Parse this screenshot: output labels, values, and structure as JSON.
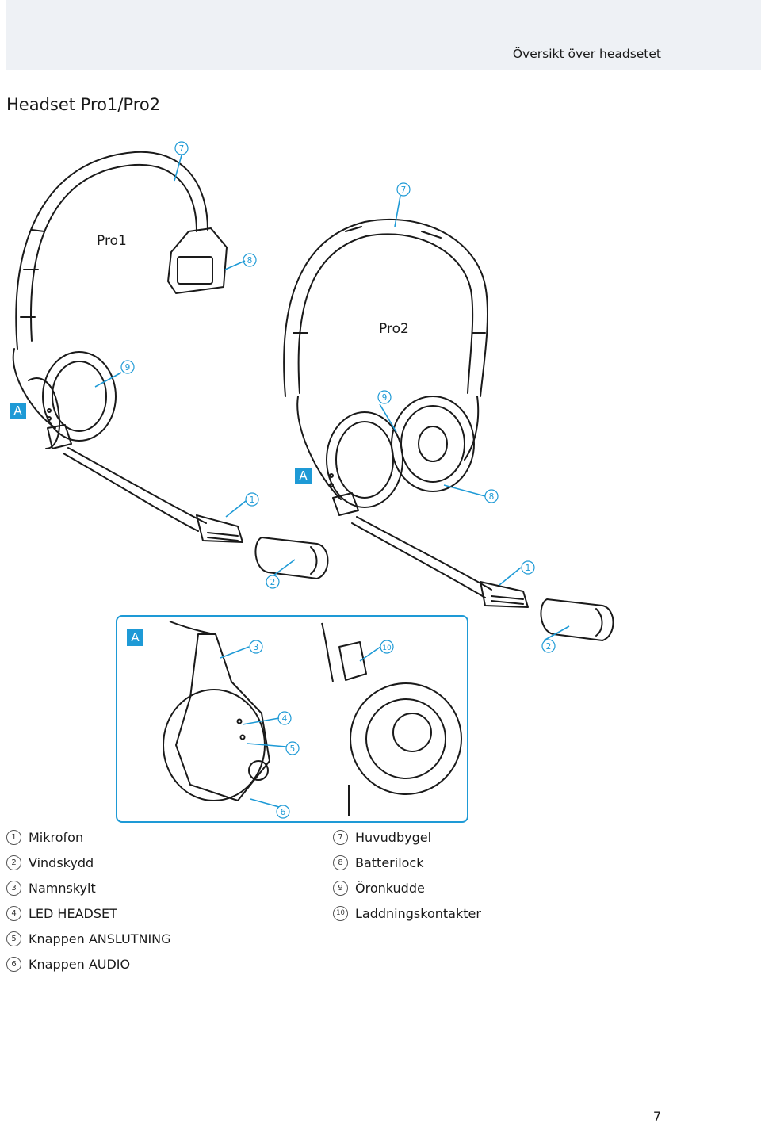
{
  "header": {
    "section_title": "Översikt över headsetet"
  },
  "page": {
    "title": "Headset Pro1/Pro2",
    "number": "7"
  },
  "figure": {
    "model_labels": {
      "pro1": "Pro1",
      "pro2": "Pro2"
    },
    "detail_marker": "A",
    "callout_numbers": [
      "1",
      "2",
      "3",
      "4",
      "5",
      "6",
      "7",
      "8",
      "9",
      "10"
    ]
  },
  "legend": [
    {
      "num": "1",
      "text": "Mikrofon"
    },
    {
      "num": "2",
      "text": "Vindskydd"
    },
    {
      "num": "3",
      "text": "Namnskylt"
    },
    {
      "num": "4",
      "text": "LED HEADSET"
    },
    {
      "num": "5",
      "text": "Knappen ANSLUTNING"
    },
    {
      "num": "6",
      "text": "Knappen AUDIO"
    },
    {
      "num": "7",
      "text": "Huvudbygel"
    },
    {
      "num": "8",
      "text": "Batterilock"
    },
    {
      "num": "9",
      "text": "Öronkudde"
    },
    {
      "num": "10",
      "text": "Laddningskontakter"
    }
  ],
  "colors": {
    "accent": "#1e9ad6",
    "header_band": "#eef1f5",
    "line": "#1a1a1a"
  }
}
